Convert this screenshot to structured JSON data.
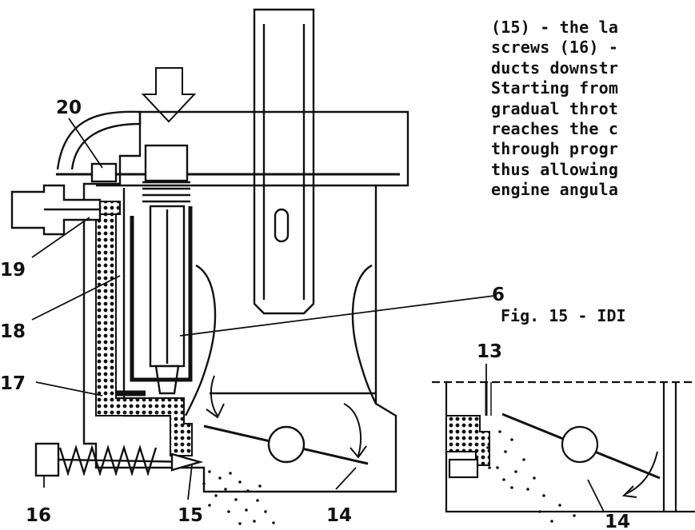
{
  "text": {
    "lines": [
      "(15) - the la",
      "screws (16) -",
      "ducts downstr",
      "Starting from",
      "gradual throt",
      "reaches the c",
      "through progr",
      "thus allowing",
      "engine angula"
    ],
    "caption": "Fig. 15 - IDI"
  },
  "labels": {
    "l20": "20",
    "l19": "19",
    "l18": "18",
    "l17": "17",
    "l16": "16",
    "l15": "15",
    "l14": "14",
    "l6": "6",
    "l13": "13",
    "l14b": "14"
  }
}
